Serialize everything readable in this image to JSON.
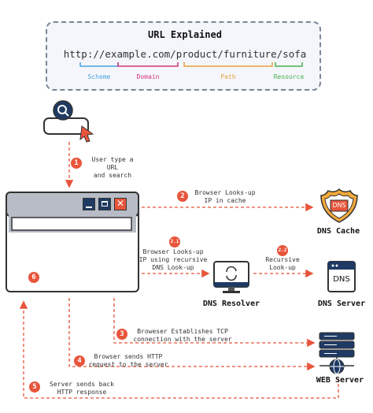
{
  "url_box": {
    "title": "URL Explained",
    "url": "http://example.com/product/furniture/sofa",
    "parts": [
      {
        "label": "Scheme",
        "color": "#4aa3df"
      },
      {
        "label": "Domain",
        "color": "#d6337a"
      },
      {
        "label": "Path",
        "color": "#e6a23c"
      },
      {
        "label": "Resource",
        "color": "#4caf50"
      }
    ]
  },
  "steps": [
    {
      "num": "1",
      "text": "User type a URL\nand search"
    },
    {
      "num": "2",
      "text": "Browser Looks-up\nIP in cache"
    },
    {
      "num": "2.1",
      "text": "Browser Looks-up\nIP using recursive\nDNS Look-up"
    },
    {
      "num": "2.2",
      "text": "Recursive\nLook-up"
    },
    {
      "num": "3",
      "text": "Broweser Establishes TCP\nconnection with the server"
    },
    {
      "num": "4",
      "text": "Browser sends HTTP\nrequest to the server"
    },
    {
      "num": "5",
      "text": "Server sends back\nHTTP response"
    },
    {
      "num": "6",
      "text": ""
    }
  ],
  "nodes": {
    "dns_cache": "DNS Cache",
    "dns_resolver": "DNS Resolver",
    "dns_server": "DNS Server",
    "web_server": "WEB Server",
    "dns_badge": "DNS"
  },
  "colors": {
    "accent": "#e8553b",
    "arrow": "#e8553b",
    "window_frame": "#9aa0ad"
  }
}
